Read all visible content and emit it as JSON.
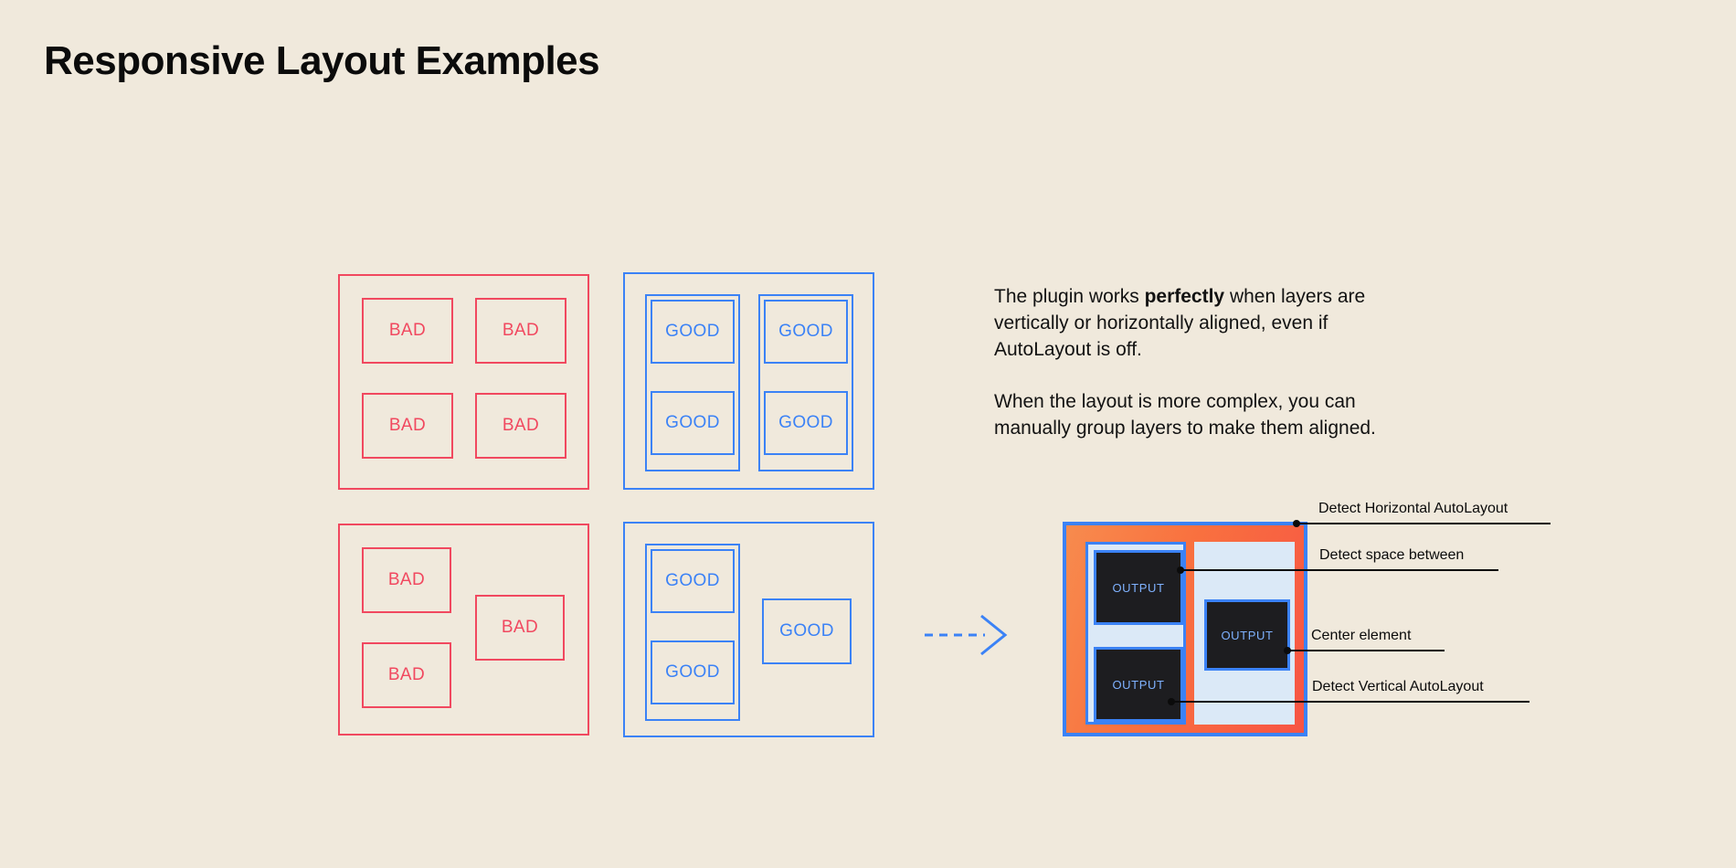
{
  "page": {
    "title": "Responsive Layout Examples",
    "background_color": "#f0e9dc",
    "bad_color": "#f1485f",
    "good_color": "#3b82f6",
    "text_color": "#0b0b0b"
  },
  "examples": {
    "bad_label": "BAD",
    "good_label": "GOOD",
    "top_bad": {
      "cells": [
        "BAD",
        "BAD",
        "BAD",
        "BAD"
      ]
    },
    "top_good": {
      "cells": [
        "GOOD",
        "GOOD",
        "GOOD",
        "GOOD"
      ]
    },
    "bottom_bad": {
      "cells": [
        "BAD",
        "BAD",
        "BAD"
      ]
    },
    "bottom_good": {
      "cells": [
        "GOOD",
        "GOOD",
        "GOOD"
      ]
    }
  },
  "copy": {
    "paragraph_1_pre": "The plugin works ",
    "paragraph_1_bold": "perfectly",
    "paragraph_1_post": " when layers are vertically or horizontally aligned, even if AutoLayout is off.",
    "paragraph_2": "When the layout is more complex, you can manually group layers to make them aligned."
  },
  "mock": {
    "output_label": "OUTPUT",
    "outputs": [
      "OUTPUT",
      "OUTPUT",
      "OUTPUT"
    ],
    "frame_accent": "#3b82f6",
    "panel_fill": "#f9713f",
    "inner_fill": "#dbe9f7",
    "chip_fill": "#1d1d20"
  },
  "callouts": [
    {
      "label": "Detect Horizontal AutoLayout"
    },
    {
      "label": "Detect space between"
    },
    {
      "label": "Center element"
    },
    {
      "label": "Detect Vertical AutoLayout"
    }
  ],
  "arrow": {
    "name": "flow-arrow",
    "style": "dashed",
    "color": "#3b82f6"
  }
}
